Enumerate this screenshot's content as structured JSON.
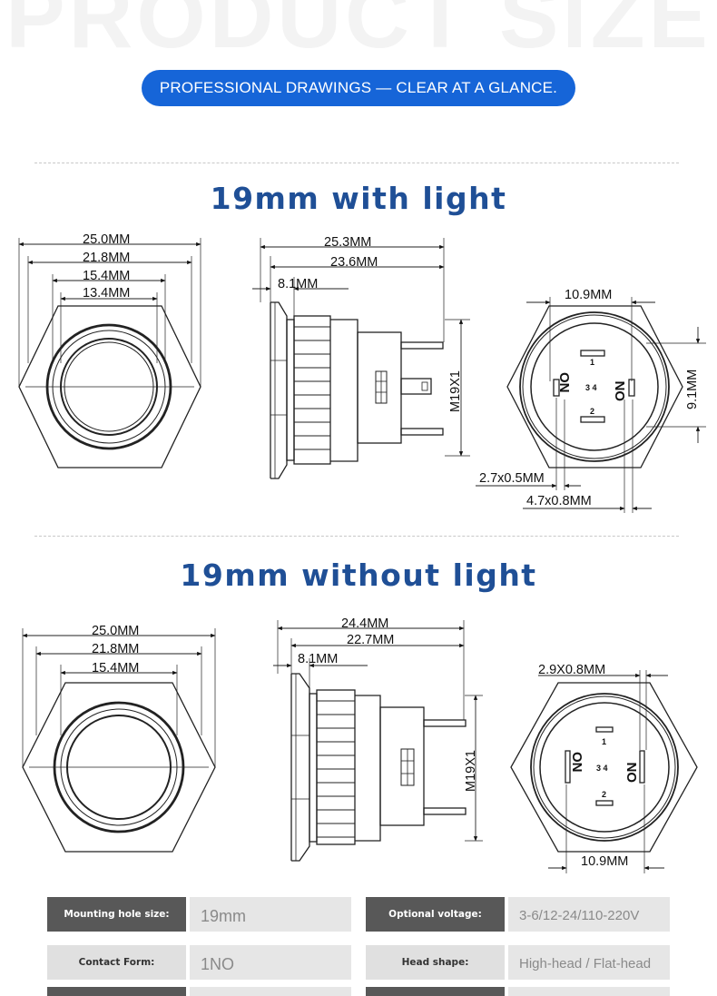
{
  "header": {
    "watermark": "PRODUCT SIZE",
    "tagline": "PROFESSIONAL DRAWINGS — CLEAR AT A GLANCE."
  },
  "section_with_light": {
    "title": "19mm with light",
    "front_dims": [
      "25.0MM",
      "21.8MM",
      "15.4MM",
      "13.4MM"
    ],
    "side_dims": [
      "25.3MM",
      "23.6MM",
      "8.1MM"
    ],
    "thread": "M19X1",
    "rear_dims": [
      "10.9MM",
      "9.1MM",
      "2.7x0.5MM",
      "4.7x0.8MM"
    ],
    "rear_marks": {
      "t1": "1",
      "t2": "2",
      "t34": "3 4",
      "on": "ON"
    }
  },
  "section_without_light": {
    "title": "19mm without light",
    "front_dims": [
      "25.0MM",
      "21.8MM",
      "15.4MM"
    ],
    "side_dims": [
      "24.4MM",
      "22.7MM",
      "8.1MM"
    ],
    "thread": "M19X1",
    "rear_dims": [
      "2.9X0.8MM",
      "10.9MM"
    ],
    "rear_marks": {
      "t1": "1",
      "t2": "2",
      "t34": "3 4",
      "on": "ON"
    }
  },
  "specs": {
    "mounting_label": "Mounting hole size:",
    "mounting_value": "19mm",
    "voltage_label": "Optional voltage:",
    "voltage_value": "3-6/12-24/110-220V",
    "contact_label": "Contact Form:",
    "contact_value": "1NO",
    "head_label": "Head shape:",
    "head_value": "High-head / Flat-head"
  },
  "colors": {
    "accent": "#1665d8",
    "title": "#1f4f96",
    "line": "#222222"
  }
}
